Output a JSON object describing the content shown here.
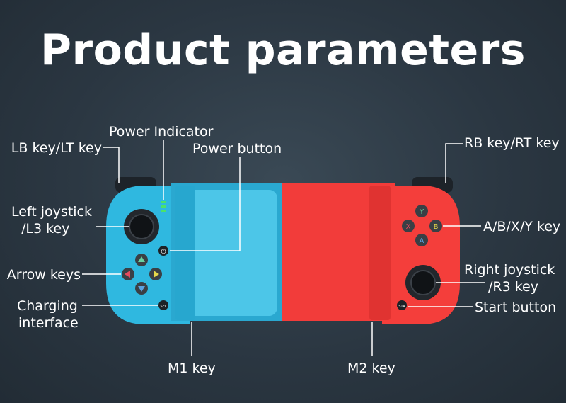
{
  "title": "Product parameters",
  "labels": {
    "lb_key": "LB key/LT key",
    "power_indicator": "Power Indicator",
    "power_button": "Power button",
    "left_joystick_1": "Left joystick",
    "left_joystick_2": "/L3 key",
    "arrow_keys": "Arrow keys",
    "charging_1": "Charging",
    "charging_2": "interface",
    "m1_key": "M1 key",
    "m2_key": "M2 key",
    "rb_key": "RB key/RT key",
    "abxy": "A/B/X/Y key",
    "right_joystick_1": "Right joystick",
    "right_joystick_2": "/R3 key",
    "start_button": "Start button"
  },
  "buttons": {
    "y": "Y",
    "x": "X",
    "b": "B",
    "a": "A",
    "sel": "SEL",
    "sta": "STA"
  },
  "colors": {
    "left_body": "#2fb8e0",
    "left_tray": "#4cc6e8",
    "right_body": "#f23c3a",
    "right_tray": "#ff4a44"
  }
}
